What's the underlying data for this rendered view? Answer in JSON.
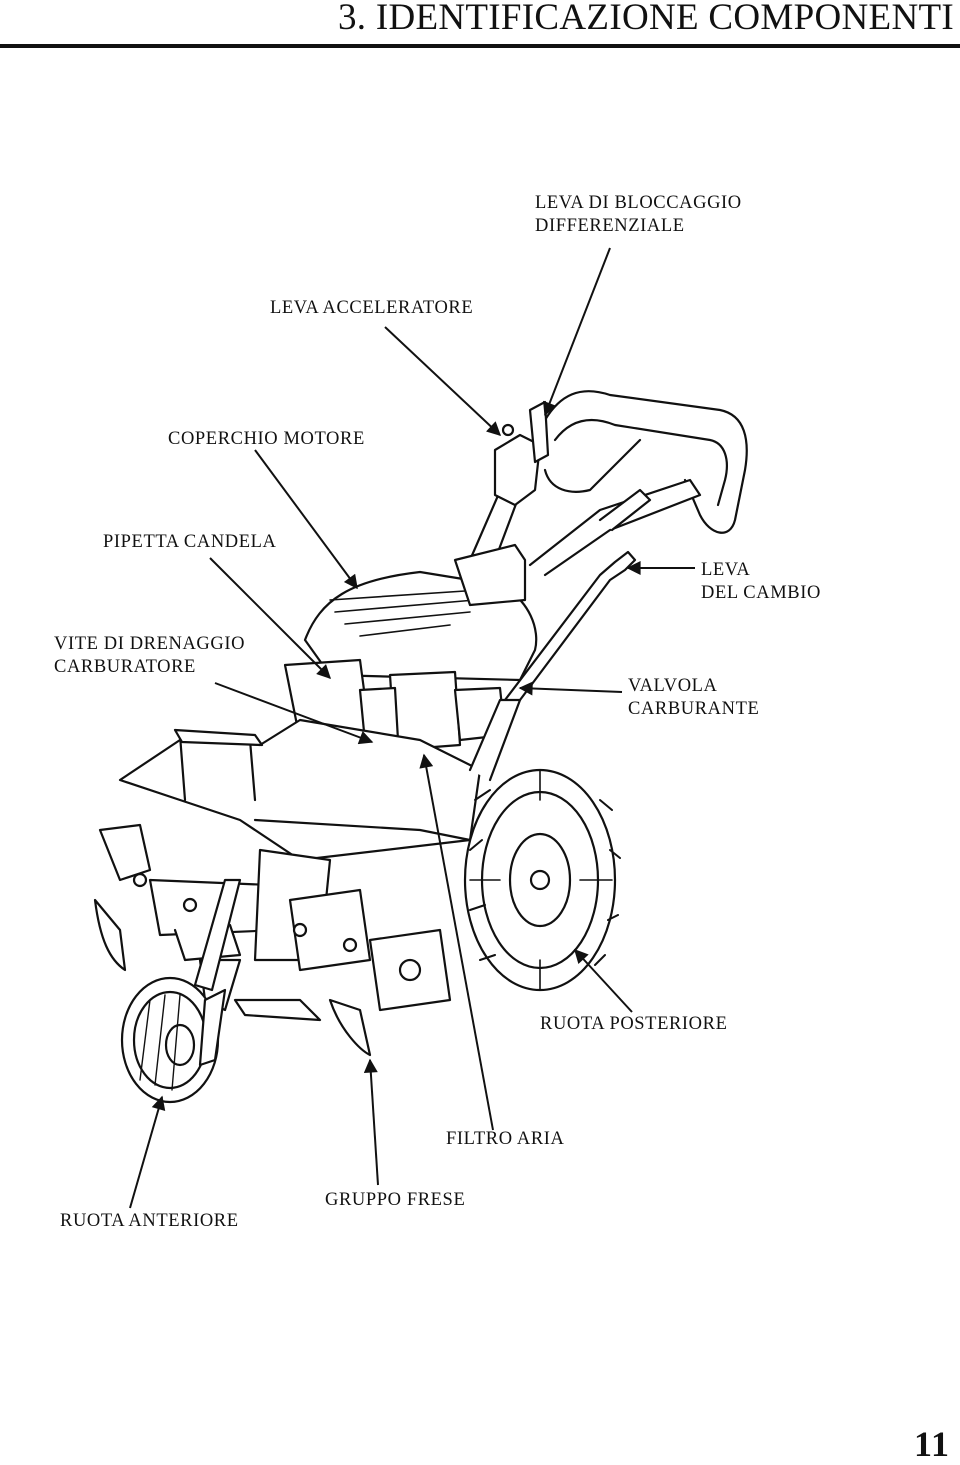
{
  "header": {
    "title": "3. IDENTIFICAZIONE COMPONENTI"
  },
  "labels": {
    "differential_lock": {
      "line1": "LEVA DI BLOCCAGGIO",
      "line2": "DIFFERENZIALE"
    },
    "throttle": "LEVA ACCELERATORE",
    "engine_cover": "COPERCHIO MOTORE",
    "spark_plug_cap": "PIPETTA CANDELA",
    "gear_lever": {
      "line1": "LEVA",
      "line2": "DEL CAMBIO"
    },
    "drain_screw": {
      "line1": "VITE DI DRENAGGIO",
      "line2": "CARBURATORE"
    },
    "fuel_valve": {
      "line1": "VALVOLA",
      "line2": "CARBURANTE"
    },
    "rear_wheel": "RUOTA POSTERIORE",
    "air_filter": "FILTRO ARIA",
    "front_wheel": "RUOTA ANTERIORE",
    "tiller_unit": "GRUPPO FRESE"
  },
  "footer": {
    "page_number": "11"
  }
}
